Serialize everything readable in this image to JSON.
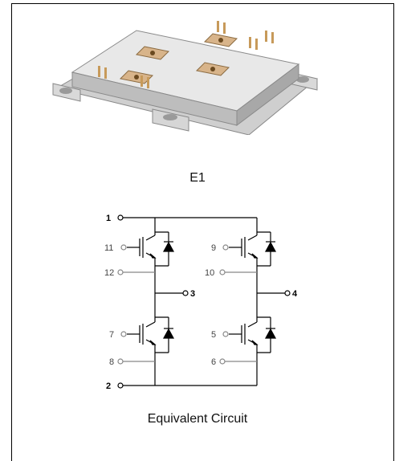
{
  "package": {
    "name": "package-image",
    "caption": "E1"
  },
  "circuit": {
    "caption": "Equivalent Circuit",
    "terminals": {
      "t1": "1",
      "t2": "2",
      "t3": "3",
      "t4": "4",
      "t5": "5",
      "t6": "6",
      "t7": "7",
      "t8": "8",
      "t9": "9",
      "t10": "10",
      "t11": "11",
      "t12": "12"
    }
  }
}
